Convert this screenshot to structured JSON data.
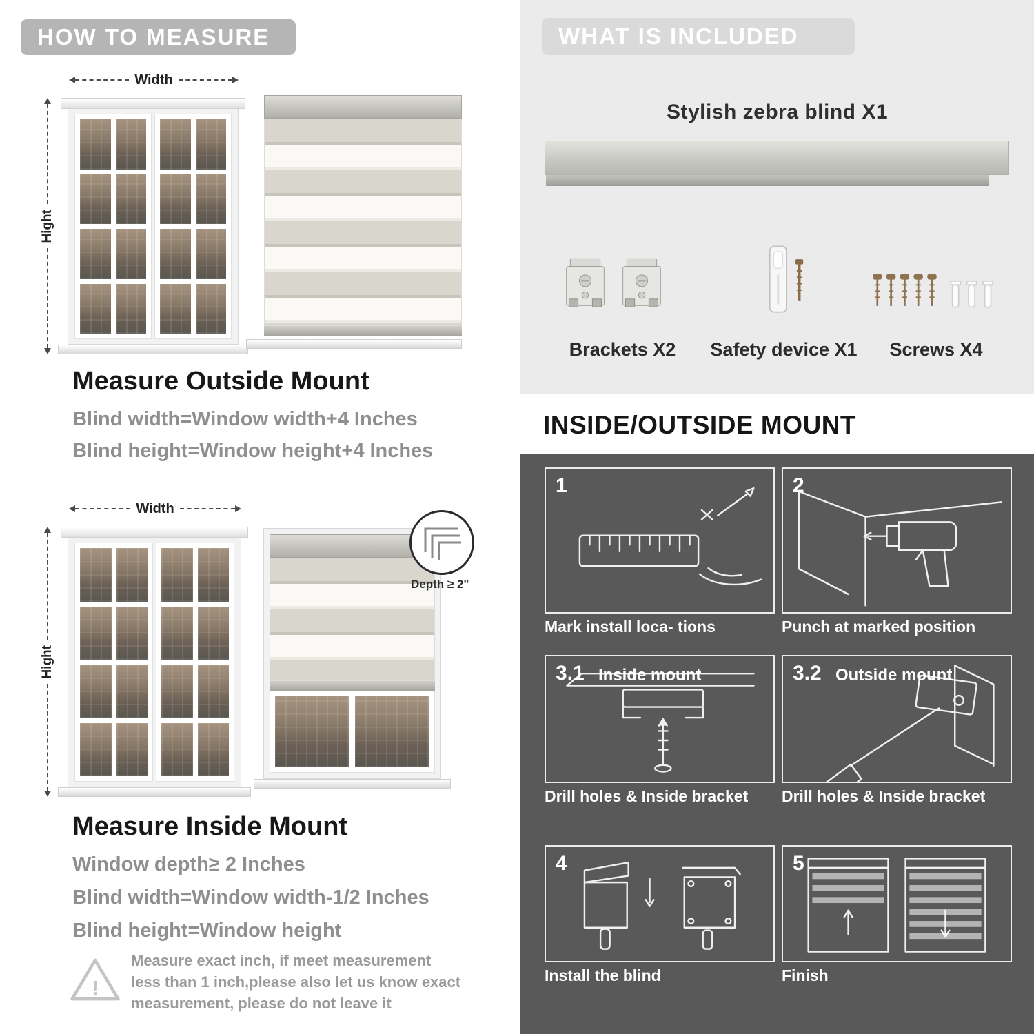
{
  "left": {
    "header_label": "HOW TO MEASURE",
    "outside": {
      "width_label": "Width",
      "height_label": "Hight",
      "title": "Measure Outside Mount",
      "lines": [
        "Blind width=Window width+4 Inches",
        "Blind height=Window height+4 Inches"
      ]
    },
    "inside": {
      "width_label": "Width",
      "height_label": "Hight",
      "depth_label": "Depth ≥ 2\"",
      "title": "Measure Inside Mount",
      "lines": [
        "Window depth≥ 2 Inches",
        "Blind width=Window width-1/2 Inches",
        "Blind height=Window height"
      ]
    },
    "warning_text": "Measure exact inch, if meet measurement less than 1 inch,please also let us know exact measurement, please do not leave it"
  },
  "right": {
    "included": {
      "header_label": "WHAT IS INCLUDED",
      "blind_label": "Stylish zebra blind X1",
      "items": [
        {
          "label": "Brackets X2",
          "icon": "bracket-icon"
        },
        {
          "label": "Safety device X1",
          "icon": "safety-device-icon"
        },
        {
          "label": "Screws X4",
          "icon": "screw-icon"
        }
      ]
    },
    "mount": {
      "header_label": "INSIDE/OUTSIDE MOUNT",
      "steps": [
        {
          "num": "1",
          "caption": "Mark install loca- tions"
        },
        {
          "num": "2",
          "caption": "Punch at  marked position"
        },
        {
          "num": "3.1",
          "label": "Inside mount",
          "caption": "Drill holes &  Inside bracket"
        },
        {
          "num": "3.2",
          "label": "Outside mount",
          "caption": "Drill holes &  Inside bracket"
        },
        {
          "num": "4",
          "caption": "Install the blind"
        },
        {
          "num": "5",
          "caption": "Finish"
        }
      ]
    }
  },
  "colors": {
    "header_pill": "#b5b5b5",
    "included_bg": "#ebebeb",
    "included_pill": "#dadada",
    "dark_panel": "#595959",
    "text_gray": "#8f8f8f",
    "text_dark": "#181818"
  }
}
